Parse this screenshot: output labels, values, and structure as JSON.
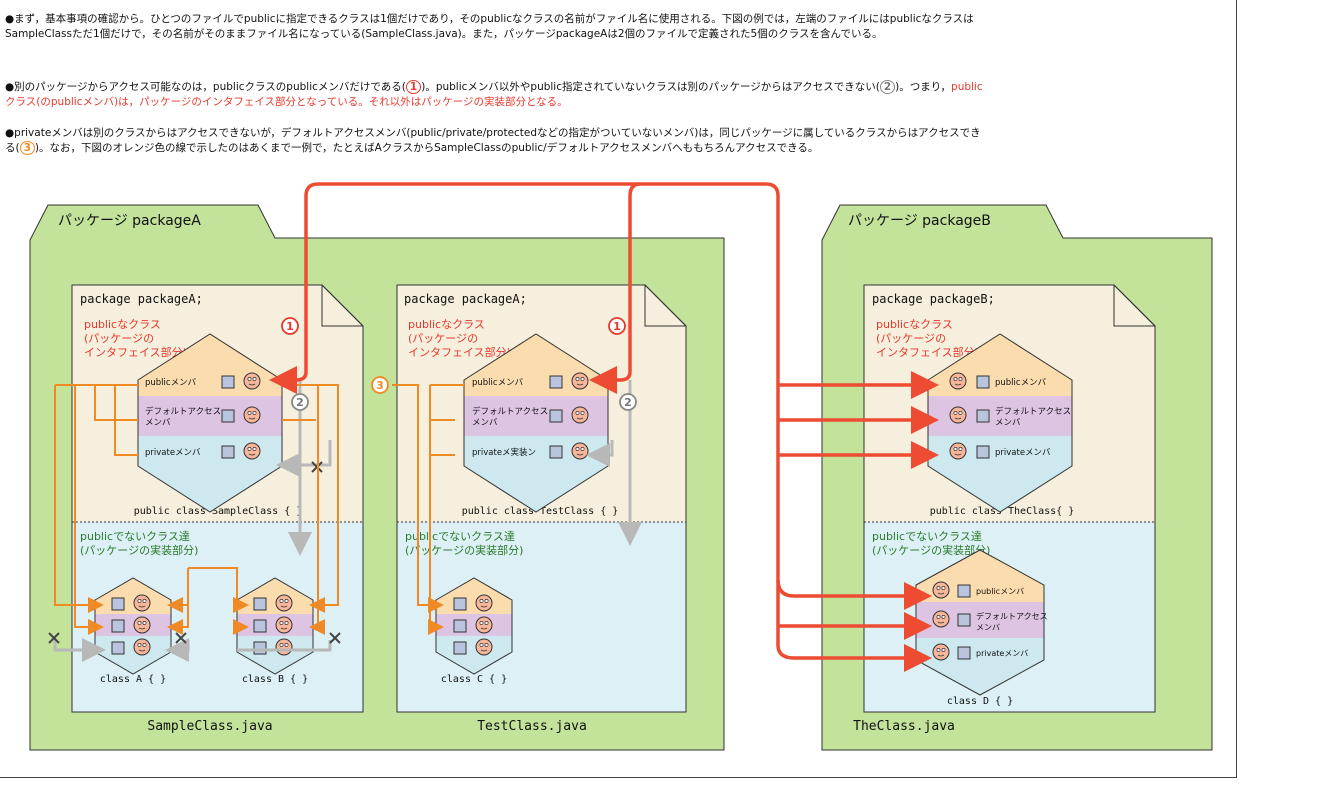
{
  "intro": {
    "p1": "●まず，基本事項の確認から。ひとつのファイルでpublicに指定できるクラスは1個だけであり，そのpublicなクラスの名前がファイル名に使用される。下図の例では，左端のファイルにはpublicなクラスはSampleClassただ1個だけで，その名前がそのままファイル名になっている(SampleClass.java)。また，パッケージpackageAは2個のファイルで定義された5個のクラスを含んでいる。",
    "p2a": "●別のパッケージからアクセス可能なのは，publicクラスのpublicメンバだけである(",
    "p2b": ")。publicメンバ以外やpublic指定されていないクラスは別のパッケージからはアクセスできない(",
    "p2c": ")。つまり，",
    "p2red": "publicクラス(のpublicメンバ)は，パッケージのインタフェイス部分となっている。それ以外はパッケージの実装部分となる。",
    "p3a": "●privateメンバは別のクラスからはアクセスできないが，デフォルトアクセスメンバ(public/private/protectedなどの指定がついていないメンバ)は，同じパッケージに属しているクラスからはアクセスできる(",
    "p3b": ")。なお，下図のオレンジ色の線で示したのはあくまで一例で，たとえばAクラスからSampleClassのpublic/デフォルトアクセスメンバへももちろんアクセスできる。",
    "n1": "1",
    "n2": "2",
    "n3": "3"
  },
  "packages": {
    "a_label": "パッケージ packageA",
    "b_label": "パッケージ packageB"
  },
  "files": {
    "sample": {
      "decl": "package packageA;",
      "filename": "SampleClass.java",
      "public_title": [
        "publicなクラス",
        "(パッケージの",
        "インタフェイス部分)"
      ],
      "members": [
        "publicメンバ",
        "デフォルトアクセス",
        "メンバ",
        "privateメンバ"
      ],
      "class_decl": "public class SampleClass { }",
      "nonpublic_title": [
        "publicでないクラス達",
        "(パッケージの実装部分)"
      ],
      "class_a": "class A { }",
      "class_b": "class B { }"
    },
    "test": {
      "decl": "package packageA;",
      "filename": "TestClass.java",
      "public_title": [
        "publicなクラス",
        "(パッケージの",
        "インタフェイス部分)"
      ],
      "members": [
        "publicメンバ",
        "デフォルトアクセス",
        "メンバ",
        "privateメ実装ン"
      ],
      "class_decl": "public class TestClass { }",
      "nonpublic_title": [
        "publicでないクラス達",
        "(パッケージの実装部分)"
      ],
      "class_c": "class C { }"
    },
    "the": {
      "decl": "package packageB;",
      "filename": "TheClass.java",
      "public_title": [
        "publicなクラス",
        "(パッケージの",
        "インタフェイス部分)"
      ],
      "members": [
        "publicメンバ",
        "デフォルトアクセス",
        "メンバ",
        "privateメンバ"
      ],
      "class_decl": "public class TheClass{ }",
      "nonpublic_title": [
        "publicでないクラス達",
        "(パッケージの実装部分)"
      ],
      "d_members": [
        "publicメンバ",
        "デフォルトアクセス",
        "メンバ",
        "privateメンバ"
      ],
      "class_d": "class D { }"
    }
  },
  "colors": {
    "package_green": "#c3e29a",
    "public_area": "#f6efdd",
    "impl_area": "#ddf0f6",
    "hex_top": "#fbdcae",
    "hex_mid": "#dcc4e2",
    "hex_bot": "#cde8ef",
    "red_line": "#ee4b33",
    "orange_line": "#f08a25",
    "gray_line": "#b8b8b8"
  }
}
